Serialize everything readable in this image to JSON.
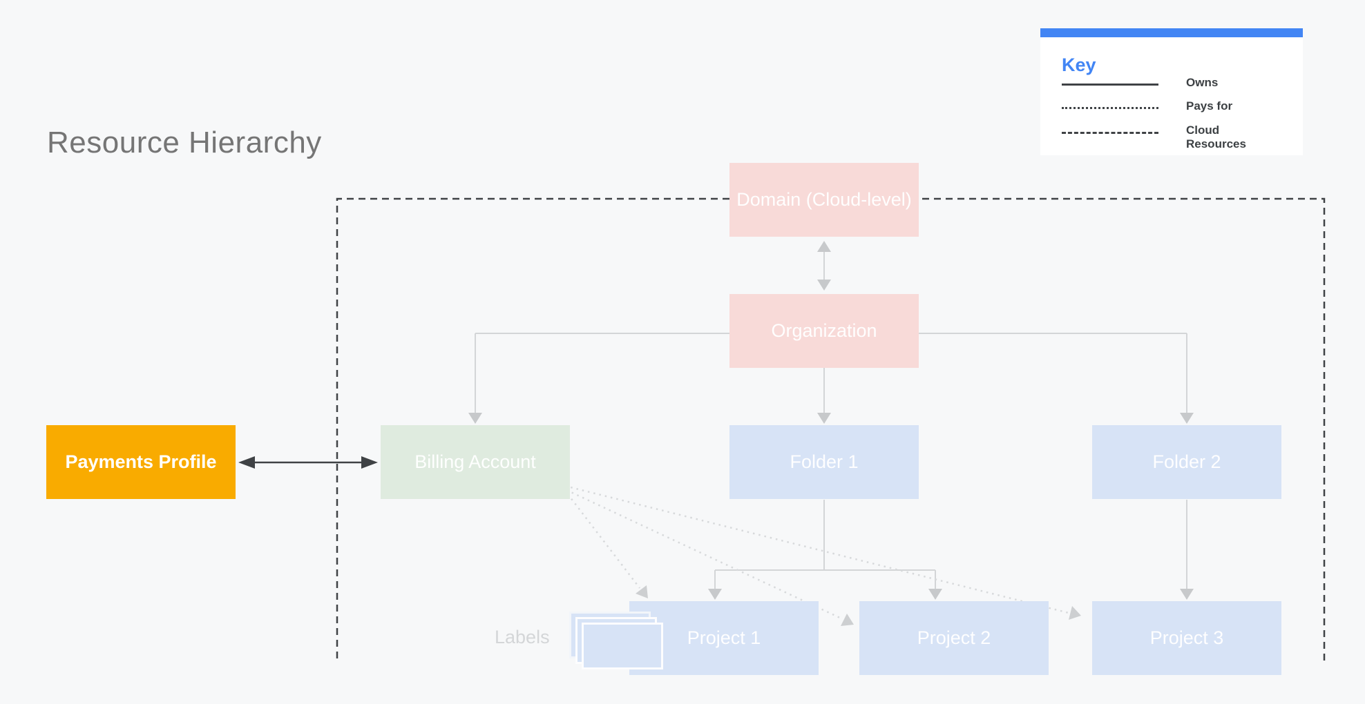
{
  "page": {
    "title": "Resource Hierarchy",
    "background_color": "#F7F8F9"
  },
  "key": {
    "title": "Key",
    "accent_color": "#4285F4",
    "items": [
      {
        "line_style": "solid",
        "label": "Owns"
      },
      {
        "line_style": "dotted",
        "label": "Pays for"
      },
      {
        "line_style": "dashed",
        "label": "Cloud Resources"
      }
    ]
  },
  "nodes": {
    "domain": {
      "label": "Domain (Cloud-level)",
      "color": "#F8DAD8"
    },
    "organization": {
      "label": "Organization",
      "color": "#F8DAD8"
    },
    "payments_profile": {
      "label": "Payments Profile",
      "color": "#F9AB00"
    },
    "billing_account": {
      "label": "Billing Account",
      "color": "#DFEBDF"
    },
    "folder1": {
      "label": "Folder 1",
      "color": "#D7E3F6"
    },
    "folder2": {
      "label": "Folder 2",
      "color": "#D7E3F6"
    },
    "project1": {
      "label": "Project 1",
      "color": "#D7E3F6"
    },
    "project2": {
      "label": "Project 2",
      "color": "#D7E3F6"
    },
    "project3": {
      "label": "Project 3",
      "color": "#D7E3F6"
    }
  },
  "annotations": {
    "labels_caption": "Labels"
  },
  "edges": [
    {
      "from": "domain",
      "to": "organization",
      "type": "owns",
      "bidirectional": true
    },
    {
      "from": "organization",
      "to": "billing_account",
      "type": "owns"
    },
    {
      "from": "organization",
      "to": "folder1",
      "type": "owns"
    },
    {
      "from": "organization",
      "to": "folder2",
      "type": "owns"
    },
    {
      "from": "folder1",
      "to": "project1",
      "type": "owns"
    },
    {
      "from": "folder1",
      "to": "project2",
      "type": "owns"
    },
    {
      "from": "folder2",
      "to": "project3",
      "type": "owns"
    },
    {
      "from": "payments_profile",
      "to": "billing_account",
      "type": "owns",
      "bidirectional": true
    },
    {
      "from": "billing_account",
      "to": "project1",
      "type": "pays_for"
    },
    {
      "from": "billing_account",
      "to": "project2",
      "type": "pays_for"
    },
    {
      "from": "billing_account",
      "to": "project3",
      "type": "pays_for"
    }
  ]
}
